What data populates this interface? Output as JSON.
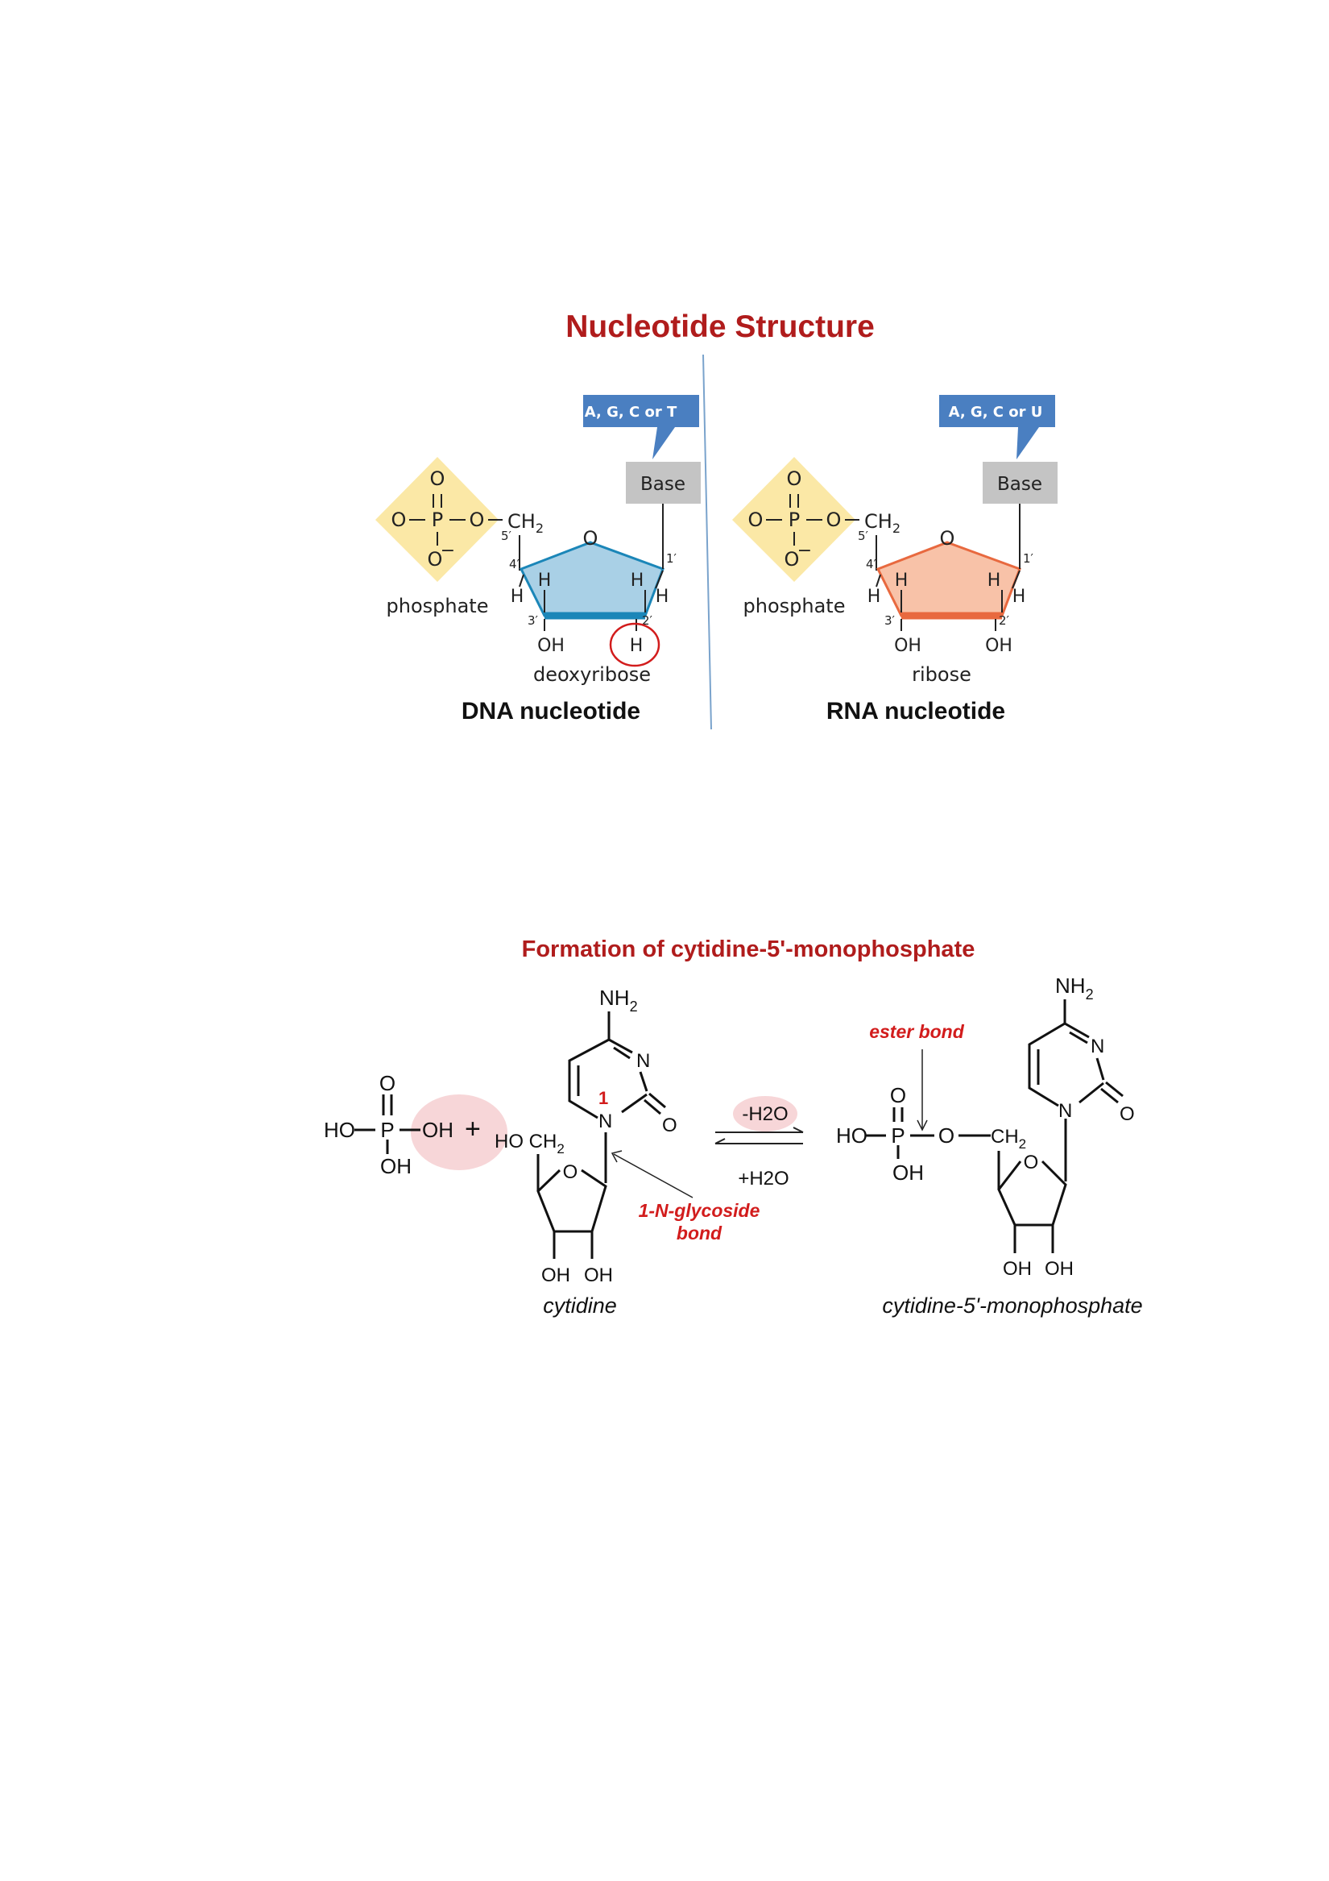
{
  "title": "Nucleotide Structure",
  "dna": {
    "base_callout": "A, G, C or T",
    "base": "Base",
    "phosphate_label": "phosphate",
    "sugar_label": "deoxyribose",
    "caption": "DNA nucleotide",
    "c2_substituent": "H"
  },
  "rna": {
    "base_callout": "A, G, C or U",
    "base": "Base",
    "phosphate_label": "phosphate",
    "sugar_label": "ribose",
    "caption": "RNA nucleotide",
    "c2_substituent": "OH"
  },
  "atoms": {
    "O": "O",
    "P": "P",
    "O_minus": "O",
    "minus": "−",
    "CH": "CH",
    "sub2": "2",
    "H": "H",
    "OH": "OH",
    "p5": "5′",
    "p4": "4′",
    "p3": "3′",
    "p2": "2′",
    "p1": "1′"
  },
  "reaction": {
    "title": "Formation of cytidine-5'-monophosphate",
    "HO": "HO",
    "plus": "+",
    "HOCH": "HO CH",
    "NH": "NH",
    "N": "N",
    "ring_number": "1",
    "minus_water": "-H2O",
    "plus_water": "+H2O",
    "glycoside_line1": "1-N-glycoside",
    "glycoside_line2": "bond",
    "ester_bond": "ester bond",
    "cytidine": "cytidine",
    "product": "cytidine-5'-monophosphate"
  },
  "colors": {
    "title_red": "#b01c1c",
    "label_red": "#d21c1c",
    "phosphate_yellow": "#fbe8a6",
    "deoxyribose_blue": "#a9d0e6",
    "deoxyribose_edge": "#1b86b8",
    "ribose_salmon": "#f8c2a8",
    "ribose_edge": "#e8693f",
    "callout_blue": "#4a7fc1",
    "base_gray": "#c4c4c4",
    "highlight_pink": "#f7d6d8",
    "divider": "#7aa3cc"
  }
}
